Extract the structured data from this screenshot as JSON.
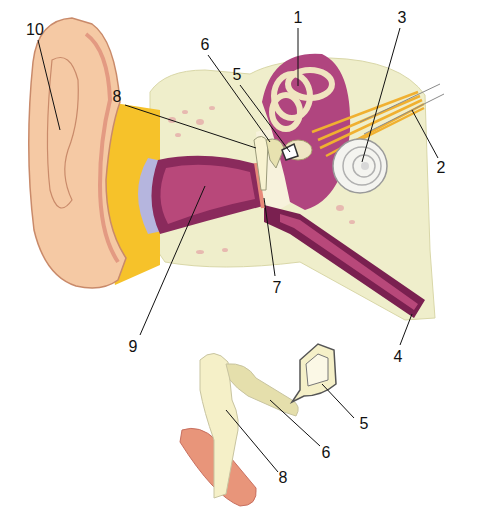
{
  "diagram": {
    "labels": [
      "10",
      "1",
      "3",
      "6",
      "5",
      "8",
      "2",
      "7",
      "9",
      "4",
      "5",
      "6",
      "8"
    ]
  }
}
